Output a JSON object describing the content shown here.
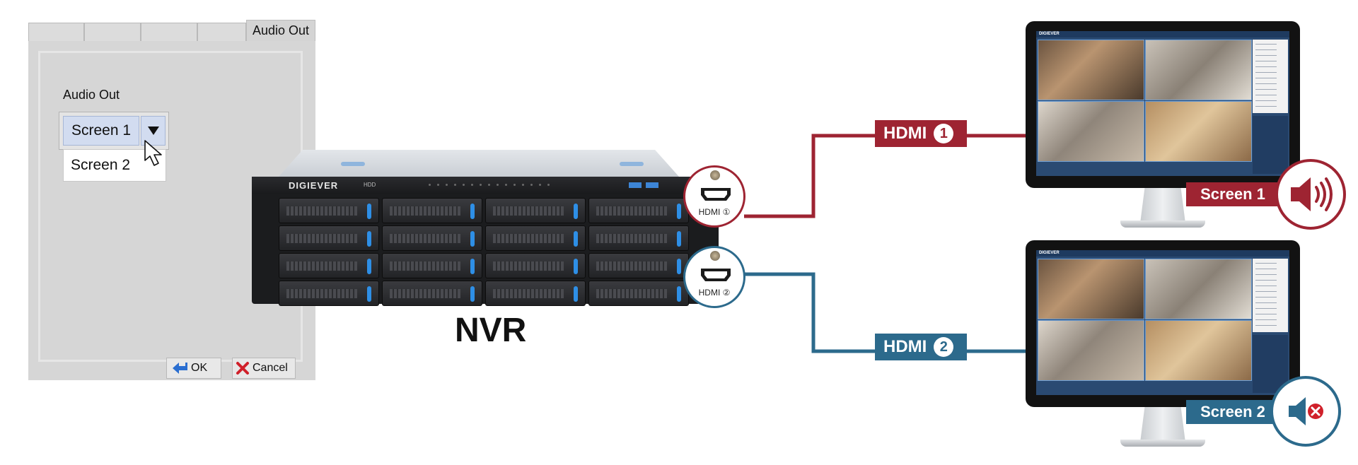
{
  "dialog": {
    "active_tab": "Audio Out",
    "audio_out_label": "Audio Out",
    "selected_option": "Screen 1",
    "options": [
      "Screen 1",
      "Screen 2"
    ],
    "ok_label": "OK",
    "cancel_label": "Cancel"
  },
  "nvr": {
    "brand": "DIGIEVER",
    "hdd_label": "HDD",
    "title": "NVR",
    "port1_label": "HDMI ①",
    "port2_label": "HDMI ②"
  },
  "cables": {
    "hdmi1_text": "HDMI",
    "hdmi1_num": "1",
    "hdmi2_text": "HDMI",
    "hdmi2_num": "2"
  },
  "monitors": {
    "screen1_tag": "Screen 1",
    "screen2_tag": "Screen 2",
    "ui_brand": "DIGIEVER",
    "screen1_audio": "speaker-on-icon",
    "screen2_audio": "speaker-muted-icon"
  },
  "colors": {
    "red": "#9e2432",
    "blue": "#2c6a8c"
  }
}
